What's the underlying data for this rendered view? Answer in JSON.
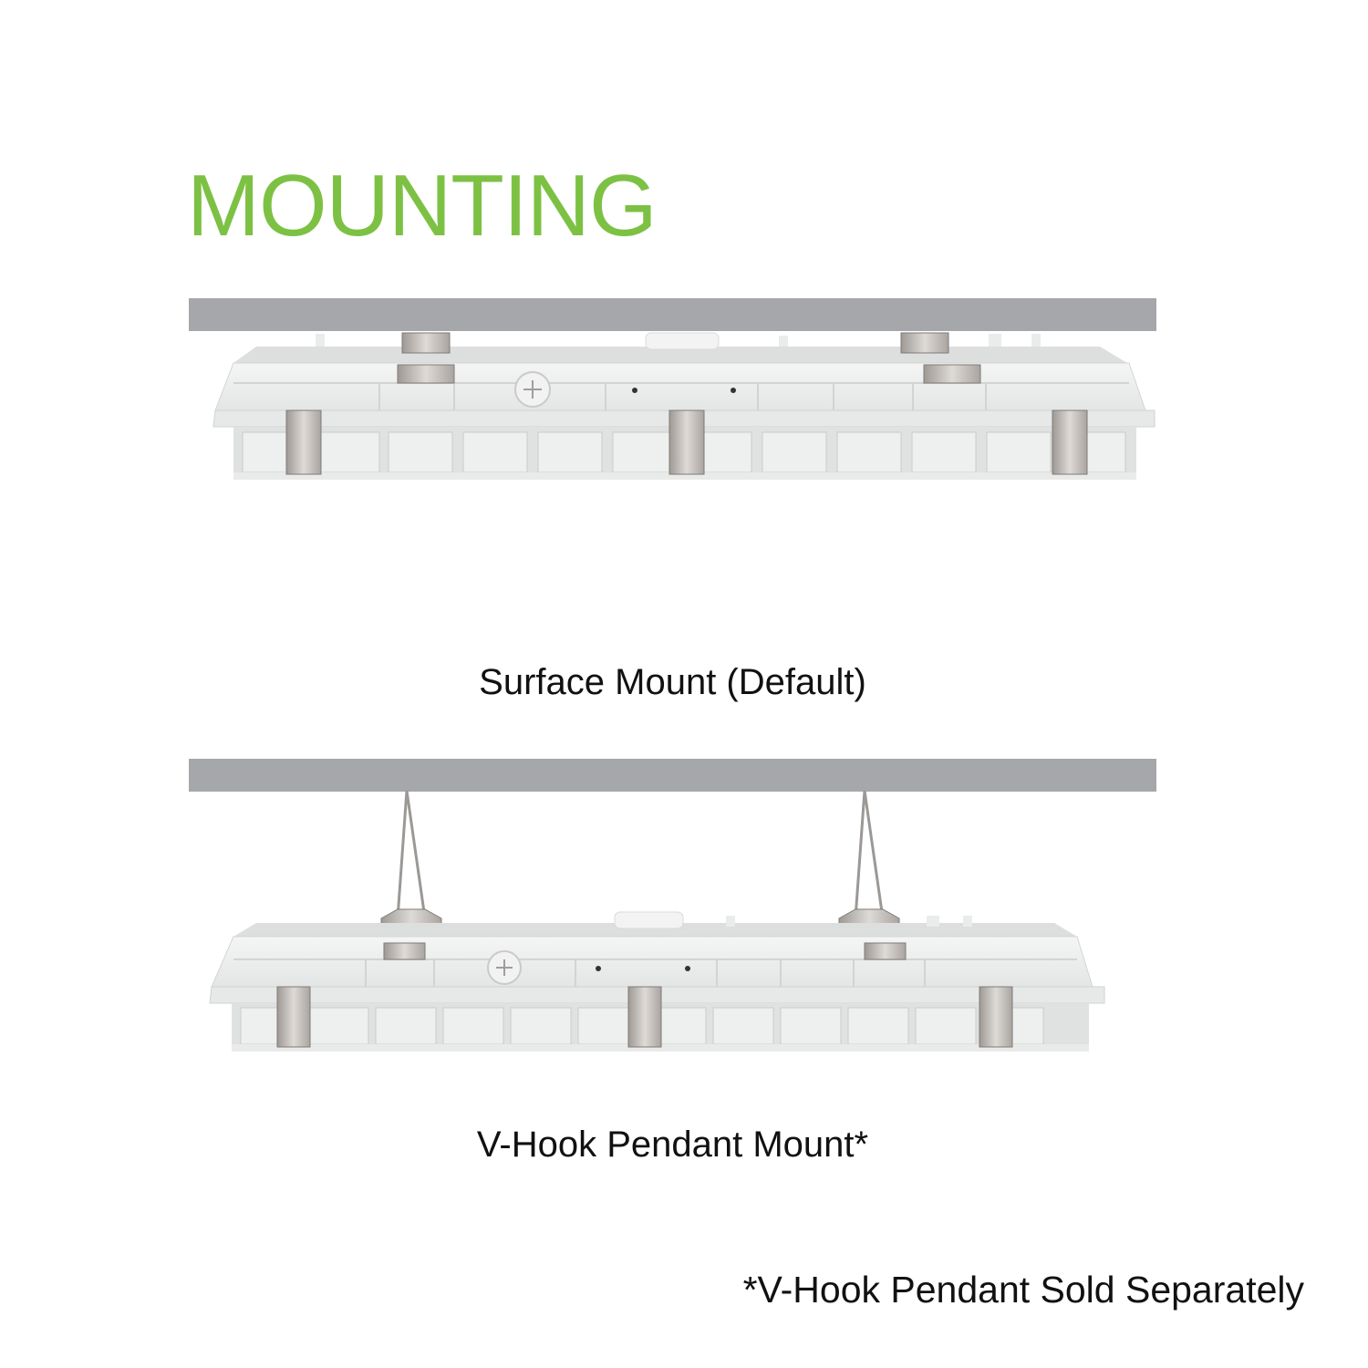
{
  "title": "MOUNTING",
  "options": [
    {
      "label": "Surface Mount (Default)"
    },
    {
      "label": "V-Hook Pendant Mount*"
    }
  ],
  "footnote": "*V-Hook Pendant Sold Separately",
  "colors": {
    "title_green": "#7dc144",
    "ceiling_gray": "#a6a7aa",
    "fixture_body": "#eceeed",
    "fixture_shadow": "#d4d7d6",
    "clip_metal": "#b9b5b1"
  }
}
